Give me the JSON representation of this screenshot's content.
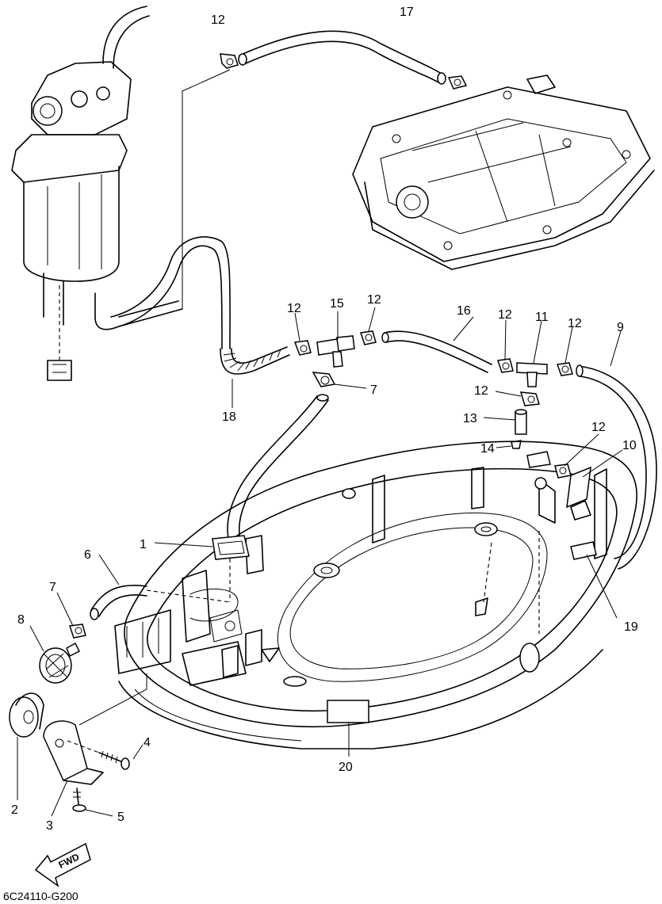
{
  "diagram": {
    "callouts": [
      {
        "id": "c17",
        "label": "17"
      },
      {
        "id": "c12a",
        "label": "12"
      },
      {
        "id": "c12b",
        "label": "12"
      },
      {
        "id": "c15",
        "label": "15"
      },
      {
        "id": "c12c",
        "label": "12"
      },
      {
        "id": "c16",
        "label": "16"
      },
      {
        "id": "c12d",
        "label": "12"
      },
      {
        "id": "c11",
        "label": "11"
      },
      {
        "id": "c12e",
        "label": "12"
      },
      {
        "id": "c9",
        "label": "9"
      },
      {
        "id": "c7a",
        "label": "7"
      },
      {
        "id": "c18",
        "label": "18"
      },
      {
        "id": "c12f",
        "label": "12"
      },
      {
        "id": "c13",
        "label": "13"
      },
      {
        "id": "c14",
        "label": "14"
      },
      {
        "id": "c12g",
        "label": "12"
      },
      {
        "id": "c10",
        "label": "10"
      },
      {
        "id": "c1",
        "label": "1"
      },
      {
        "id": "c6",
        "label": "6"
      },
      {
        "id": "c7b",
        "label": "7"
      },
      {
        "id": "c8",
        "label": "8"
      },
      {
        "id": "c19",
        "label": "19"
      },
      {
        "id": "c4",
        "label": "4"
      },
      {
        "id": "c20",
        "label": "20"
      },
      {
        "id": "c2",
        "label": "2"
      },
      {
        "id": "c5",
        "label": "5"
      },
      {
        "id": "c3",
        "label": "3"
      }
    ],
    "fwd_label": "FWD",
    "figure_code": "6C24110-G200"
  }
}
